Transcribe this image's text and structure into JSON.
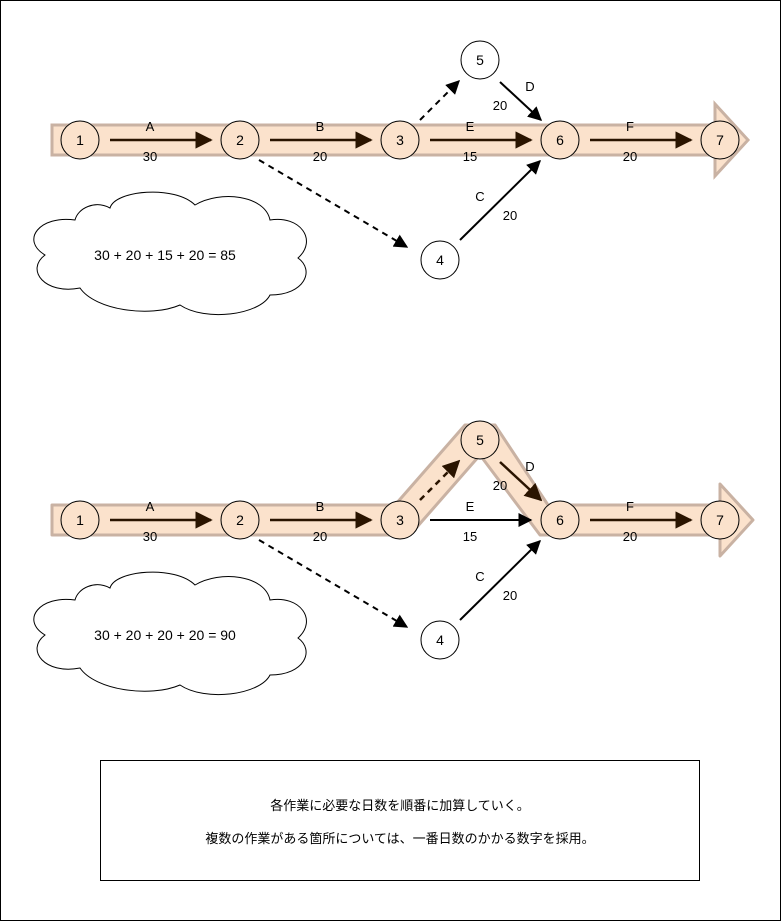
{
  "diagrams": [
    {
      "formula": "30 + 20 + 15 + 20 = 85",
      "nodes": [
        "1",
        "2",
        "3",
        "4",
        "5",
        "6",
        "7"
      ],
      "activities": [
        {
          "name": "A",
          "days": "30"
        },
        {
          "name": "B",
          "days": "20"
        },
        {
          "name": "E",
          "days": "15"
        },
        {
          "name": "F",
          "days": "20"
        },
        {
          "name": "D",
          "days": "20"
        },
        {
          "name": "C",
          "days": "20"
        }
      ]
    },
    {
      "formula": "30 + 20 + 20 + 20 = 90",
      "nodes": [
        "1",
        "2",
        "3",
        "4",
        "5",
        "6",
        "7"
      ],
      "activities": [
        {
          "name": "A",
          "days": "30"
        },
        {
          "name": "B",
          "days": "20"
        },
        {
          "name": "E",
          "days": "15"
        },
        {
          "name": "F",
          "days": "20"
        },
        {
          "name": "D",
          "days": "20"
        },
        {
          "name": "C",
          "days": "20"
        }
      ]
    }
  ],
  "note": {
    "line1": "各作業に必要な日数を順番に加算していく。",
    "line2": "複数の作業がある箇所については、一番日数のかかる数字を採用。"
  },
  "colors": {
    "highlight_fill": "#fbe2cc",
    "highlight_stroke": "#c9b2a3",
    "arrow_dark": "#2a1400"
  }
}
